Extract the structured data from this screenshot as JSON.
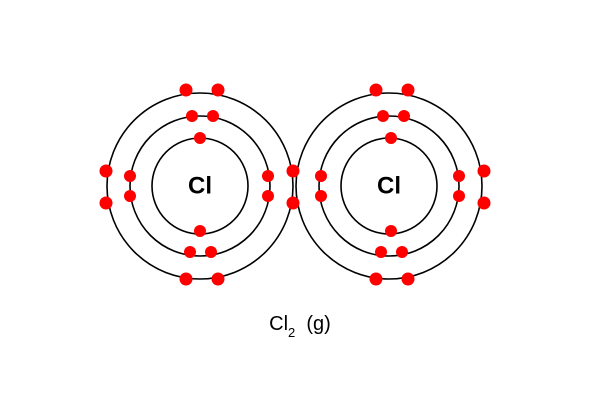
{
  "atoms": [
    {
      "symbol": "Cl",
      "electrons_per_shell": [
        2,
        8,
        7
      ]
    },
    {
      "symbol": "Cl",
      "electrons_per_shell": [
        2,
        8,
        7
      ]
    }
  ],
  "shared_electrons": 2,
  "formula": {
    "element": "Cl",
    "subscript": "2",
    "state": "(g)"
  },
  "colors": {
    "electron": "#ff0000",
    "shell": "#000000",
    "background": "#ffffff"
  }
}
